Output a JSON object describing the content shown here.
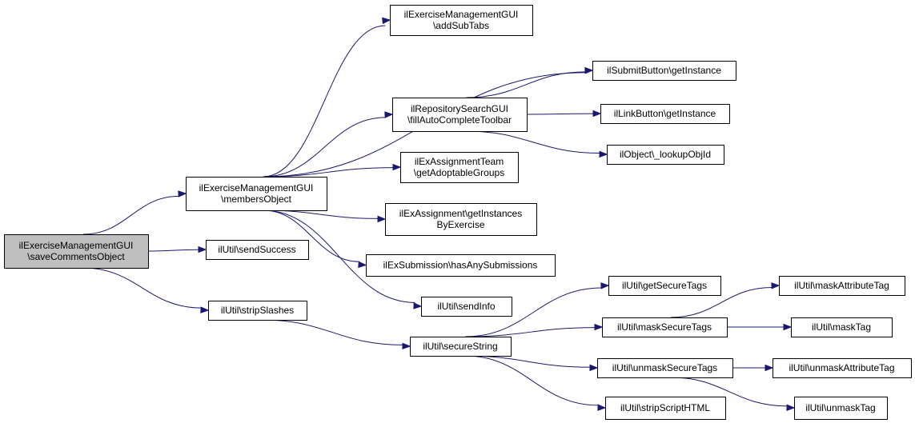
{
  "colors": {
    "edge": "#191970",
    "root_fill": "#bfbfbf",
    "node_fill": "#ffffff",
    "node_border": "#000000"
  },
  "nodes": [
    {
      "id": "saveComments",
      "lines": [
        "ilExerciseManagementGUI",
        "\\saveCommentsObject"
      ],
      "root": true
    },
    {
      "id": "membersObject",
      "lines": [
        "ilExerciseManagementGUI",
        "\\membersObject"
      ]
    },
    {
      "id": "sendSuccess",
      "lines": [
        "ilUtil\\sendSuccess"
      ]
    },
    {
      "id": "stripSlashes",
      "lines": [
        "ilUtil\\stripSlashes"
      ]
    },
    {
      "id": "addSubTabs",
      "lines": [
        "ilExerciseManagementGUI",
        "\\addSubTabs"
      ]
    },
    {
      "id": "submitGetInstance",
      "lines": [
        "ilSubmitButton\\getInstance"
      ]
    },
    {
      "id": "fillAutoComplete",
      "lines": [
        "ilRepositorySearchGUI",
        "\\fillAutoCompleteToolbar"
      ]
    },
    {
      "id": "linkGetInstance",
      "lines": [
        "ilLinkButton\\getInstance"
      ]
    },
    {
      "id": "lookupObjId",
      "lines": [
        "ilObject\\_lookupObjId"
      ]
    },
    {
      "id": "getAdoptableGroups",
      "lines": [
        "ilExAssignmentTeam",
        "\\getAdoptableGroups"
      ]
    },
    {
      "id": "getInstancesByExercise",
      "lines": [
        "ilExAssignment\\getInstances",
        "ByExercise"
      ]
    },
    {
      "id": "hasAnySubmissions",
      "lines": [
        "ilExSubmission\\hasAnySubmissions"
      ]
    },
    {
      "id": "sendInfo",
      "lines": [
        "ilUtil\\sendInfo"
      ]
    },
    {
      "id": "secureString",
      "lines": [
        "ilUtil\\secureString"
      ]
    },
    {
      "id": "getSecureTags",
      "lines": [
        "ilUtil\\getSecureTags"
      ]
    },
    {
      "id": "maskSecureTags",
      "lines": [
        "ilUtil\\maskSecureTags"
      ]
    },
    {
      "id": "unmaskSecureTags",
      "lines": [
        "ilUtil\\unmaskSecureTags"
      ]
    },
    {
      "id": "stripScriptHTML",
      "lines": [
        "ilUtil\\stripScriptHTML"
      ]
    },
    {
      "id": "maskAttributeTag",
      "lines": [
        "ilUtil\\maskAttributeTag"
      ]
    },
    {
      "id": "maskTag",
      "lines": [
        "ilUtil\\maskTag"
      ]
    },
    {
      "id": "unmaskAttributeTag",
      "lines": [
        "ilUtil\\unmaskAttributeTag"
      ]
    },
    {
      "id": "unmaskTag",
      "lines": [
        "ilUtil\\unmaskTag"
      ]
    }
  ],
  "edges": [
    [
      "saveComments",
      "membersObject"
    ],
    [
      "saveComments",
      "sendSuccess"
    ],
    [
      "saveComments",
      "stripSlashes"
    ],
    [
      "membersObject",
      "addSubTabs"
    ],
    [
      "membersObject",
      "submitGetInstance"
    ],
    [
      "membersObject",
      "fillAutoComplete"
    ],
    [
      "membersObject",
      "getAdoptableGroups"
    ],
    [
      "membersObject",
      "getInstancesByExercise"
    ],
    [
      "membersObject",
      "hasAnySubmissions"
    ],
    [
      "membersObject",
      "sendInfo"
    ],
    [
      "fillAutoComplete",
      "submitGetInstance"
    ],
    [
      "fillAutoComplete",
      "linkGetInstance"
    ],
    [
      "fillAutoComplete",
      "lookupObjId"
    ],
    [
      "stripSlashes",
      "secureString"
    ],
    [
      "secureString",
      "getSecureTags"
    ],
    [
      "secureString",
      "maskSecureTags"
    ],
    [
      "secureString",
      "unmaskSecureTags"
    ],
    [
      "secureString",
      "stripScriptHTML"
    ],
    [
      "maskSecureTags",
      "maskAttributeTag"
    ],
    [
      "maskSecureTags",
      "maskTag"
    ],
    [
      "unmaskSecureTags",
      "unmaskAttributeTag"
    ],
    [
      "unmaskSecureTags",
      "unmaskTag"
    ]
  ]
}
